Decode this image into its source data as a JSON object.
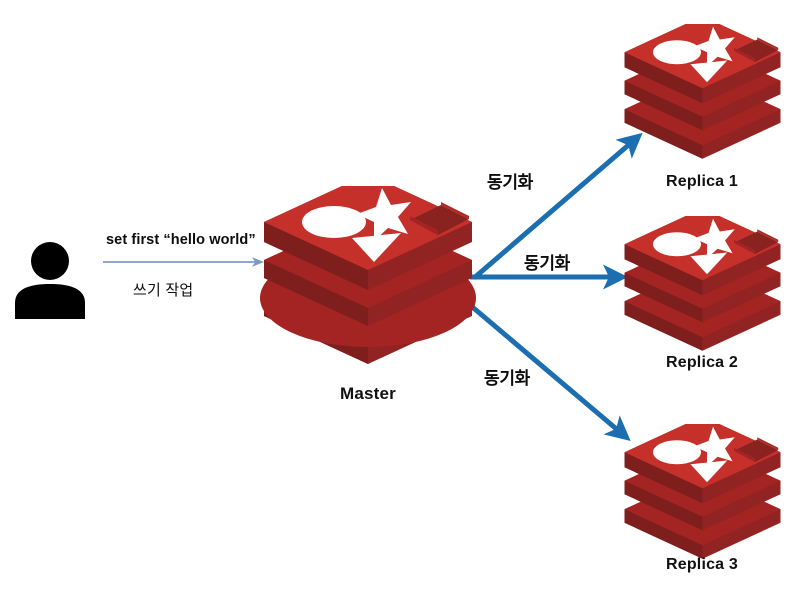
{
  "diagram": {
    "title": "Redis Master-Replica Synchronization",
    "background_color": "#ffffff",
    "colors": {
      "redis_top": "#C6302B",
      "redis_top_shadow": "#B02A25",
      "redis_side": "#A32422",
      "redis_side_dark": "#912322",
      "redis_cube_dark": "#8A2220",
      "redis_white": "#FFFFFF",
      "sync_arrow": "#1B6FB0",
      "write_arrow": "#8EA9CC",
      "text": "#0D0D0D",
      "user_icon": "#000000"
    }
  },
  "client": {
    "icon": "user-icon",
    "write_command": "set first “hello world”",
    "write_operation": "쓰기 작업"
  },
  "master": {
    "label": "Master",
    "icon": "redis-logo"
  },
  "replicas": [
    {
      "label": "Replica 1",
      "icon": "redis-logo"
    },
    {
      "label": "Replica 2",
      "icon": "redis-logo"
    },
    {
      "label": "Replica 3",
      "icon": "redis-logo"
    }
  ],
  "sync_edges": [
    {
      "label": "동기화",
      "from": "Master",
      "to": "Replica 1"
    },
    {
      "label": "동기화",
      "from": "Master",
      "to": "Replica 2"
    },
    {
      "label": "동기화",
      "from": "Master",
      "to": "Replica 3"
    }
  ]
}
